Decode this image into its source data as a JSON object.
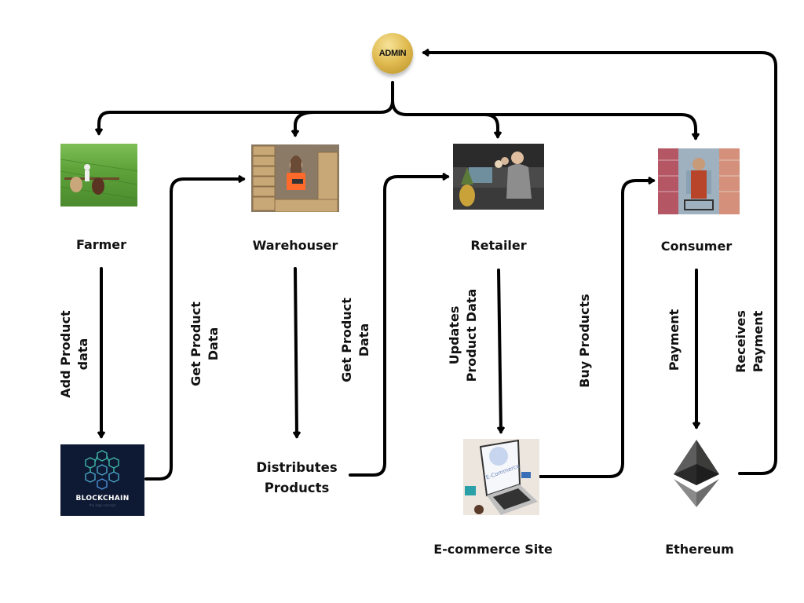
{
  "admin": {
    "label": "ADMIN"
  },
  "actors": {
    "farmer": "Farmer",
    "warehouser": "Warehouser",
    "retailer": "Retailer",
    "consumer": "Consumer"
  },
  "bottom_nodes": {
    "blockchain": "BLOCKCHAIN",
    "blockchain_tagline": "the logo concept",
    "distributes": [
      "Distributes",
      "Products"
    ],
    "ecommerce": "E-commerce Site",
    "ecommerce_screen": "E-Commerce",
    "ethereum": "Ethereum"
  },
  "flow_labels": {
    "add_product": [
      "Add Product",
      "data"
    ],
    "get_product_1": [
      "Get Product",
      "Data"
    ],
    "get_product_2": [
      "Get Product",
      "Data"
    ],
    "updates_product": [
      "Updates",
      "Product Data"
    ],
    "buy_products": [
      "Buy Products"
    ],
    "payment": [
      "Payment"
    ],
    "receives_payment": [
      "Receives",
      "Payment"
    ]
  },
  "colors": {
    "line": "#000000",
    "admin_gold": "#d9b44a",
    "blockchain_bg": "#0e1a33",
    "blockchain_cubes": "#3fb6a8",
    "ethereum_dark": "#3c3c3b",
    "ethereum_light": "#8a8a8a"
  }
}
